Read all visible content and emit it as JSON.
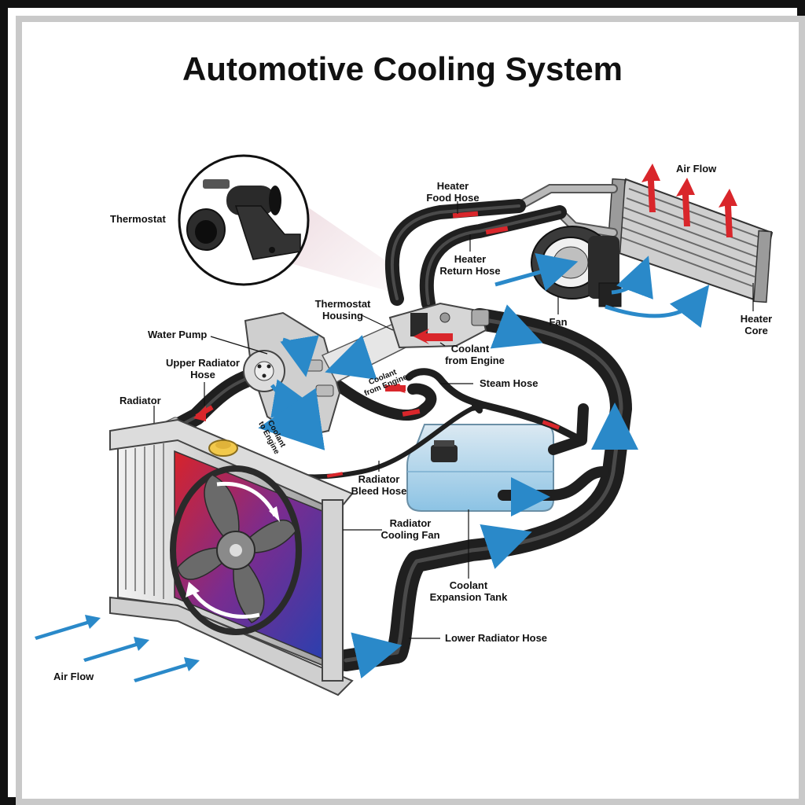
{
  "title": "Automotive Cooling System",
  "labels": {
    "thermostat": "Thermostat",
    "heater_food_hose": [
      "Heater",
      "Food Hose"
    ],
    "air_flow_top": "Air Flow",
    "heater_return_hose": [
      "Heater",
      "Return Hose"
    ],
    "thermostat_housing": [
      "Thermostat",
      "Housing"
    ],
    "fan": "Fan",
    "heater_core": [
      "Heater",
      "Core"
    ],
    "water_pump": "Water Pump",
    "coolant_from_engine": [
      "Coolant",
      "from Engine"
    ],
    "upper_radiator_hose": [
      "Upper Radiator",
      "Hose"
    ],
    "coolant_from_engine_small": [
      "Coolant",
      "from Engine"
    ],
    "steam_hose": "Steam Hose",
    "radiator": "Radiator",
    "coolant_to_engine": [
      "Coolant",
      "to Engine"
    ],
    "radiator_bleed_hose": [
      "Radiator",
      "Bleed Hose"
    ],
    "radiator_cooling_fan": [
      "Radiator",
      "Cooling Fan"
    ],
    "coolant_expansion_tank": [
      "Coolant",
      "Expansion Tank"
    ],
    "lower_radiator_hose": "Lower Radiator Hose",
    "air_flow_bottom": "Air Flow"
  },
  "colors": {
    "hot": "#d9262b",
    "cold": "#2a89c9",
    "hose": "#1f1f1f",
    "tank": "#a9d3ec"
  }
}
